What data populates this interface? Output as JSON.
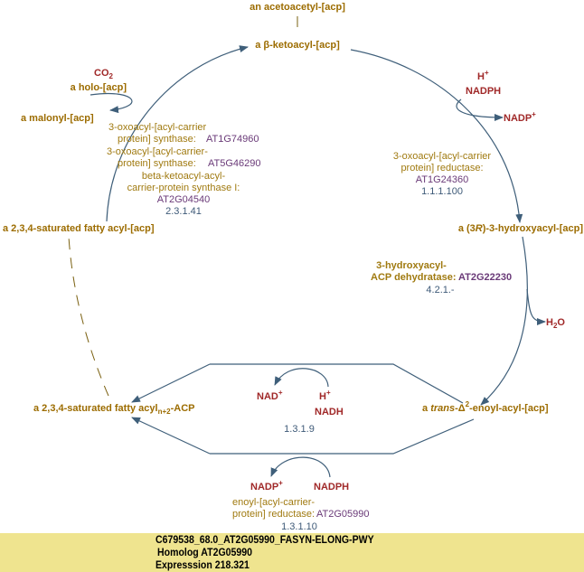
{
  "compounds": {
    "acetoacetyl": "an acetoacetyl-[acp]",
    "ketoacyl": "a β-ketoacyl-[acp]",
    "holo": "a holo-[acp]",
    "malonyl": "a malonyl-[acp]",
    "saturated": "a 2,3,4-saturated fatty acyl-[acp]",
    "hydroxyacyl_pre": "a (3",
    "hydroxyacyl_it": "R",
    "hydroxyacyl_post": ")-3-hydroxyacyl-[acp]",
    "saturated_n2_pre": "a 2,3,4-saturated fatty acyl",
    "saturated_n2_sub": "n+2",
    "saturated_n2_post": "-ACP",
    "enoyl_pre": "a ",
    "enoyl_it": "trans",
    "enoyl_mid": "-Δ",
    "enoyl_sup": "2",
    "enoyl_post": "-enoyl-acyl-[acp]"
  },
  "cofactors": {
    "co2": "CO",
    "co2_sub": "2",
    "h_plus_top": "H",
    "plus": "+",
    "nadph_top": "NADPH",
    "nadp_top": "NADP",
    "h2o_h": "H",
    "h2o_sub": "2",
    "h2o_o": "O",
    "nad": "NAD",
    "h_plus_mid": "H",
    "nadh": "NADH",
    "nadp_bottom": "NADP",
    "nadph_bottom": "NADPH"
  },
  "enzymes": {
    "synthase1_l1": "3-oxoacyl-[acyl-carrier",
    "synthase1_l2": "protein] synthase:",
    "synthase1_gene": "AT1G74960",
    "synthase2_l1": "3-oxoacyl-[acyl-carrier-",
    "synthase2_l2": "protein] synthase:",
    "synthase2_gene": "AT5G46290",
    "synthase3_l1": "beta-ketoacyl-acyl-",
    "synthase3_l2": "carrier-protein synthase I:",
    "synthase3_gene": "AT2G04540",
    "synthase_ec": "2.3.1.41",
    "reductase_l1": "3-oxoacyl-[acyl-carrier",
    "reductase_l2": "protein] reductase:",
    "reductase_gene": "AT1G24360",
    "reductase_ec": "1.1.1.100",
    "dehydratase_l1": "3-hydroxyacyl-",
    "dehydratase_l2": "ACP dehydratase:",
    "dehydratase_gene": "AT2G22230",
    "dehydratase_ec": "4.2.1.-",
    "nadh_ec": "1.3.1.9",
    "enoyl_l1": "enoyl-[acyl-carrier-",
    "enoyl_l2": "protein] reductase:",
    "enoyl_gene": "AT2G05990",
    "enoyl_ec": "1.3.1.10"
  },
  "footer": {
    "line1": "C679538_68.0_AT2G05990_FASYN-ELONG-PWY",
    "line2": "Homolog AT2G05990",
    "line3": "Expresssion 218.321"
  }
}
